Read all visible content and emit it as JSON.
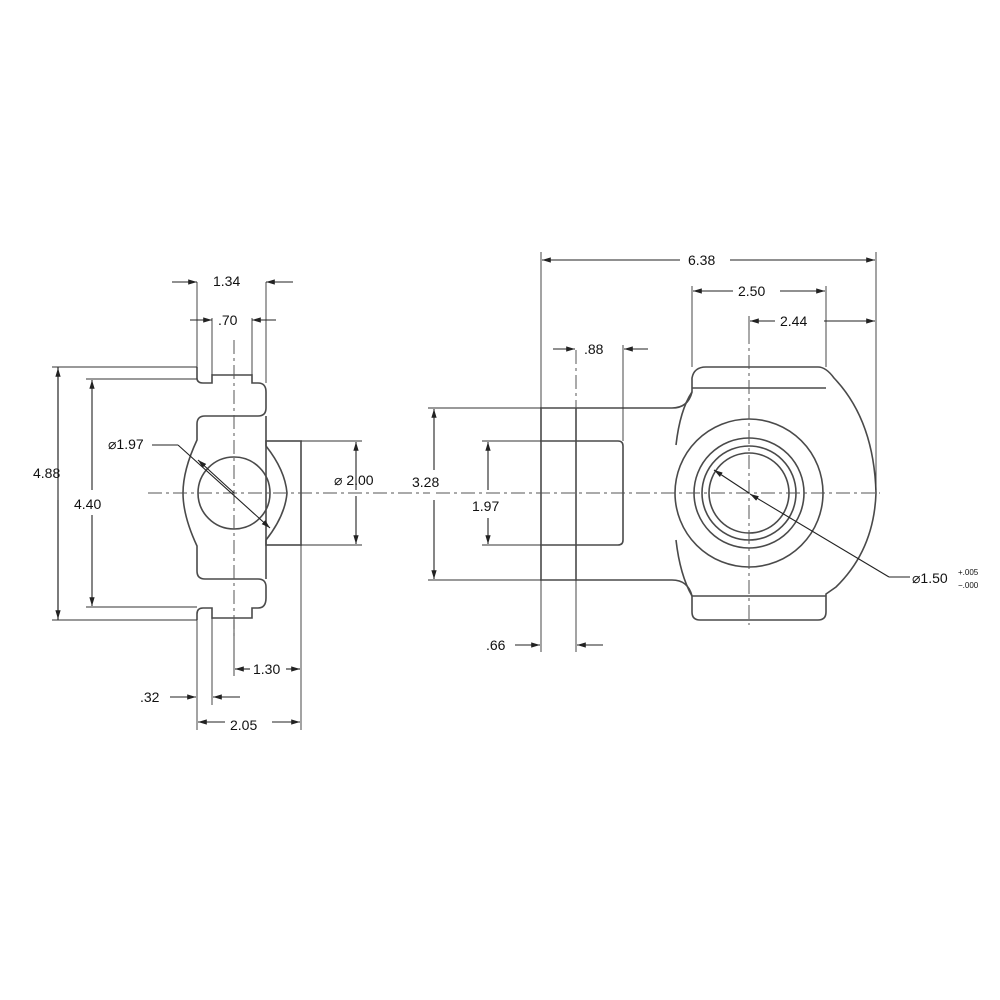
{
  "drawing": {
    "side_view": {
      "width_1": "1.34",
      "width_2": ".70",
      "diameter_label": "⌀1.97",
      "height_outer": "4.88",
      "height_inner": "4.40",
      "boss_diameter": "⌀ 2.00",
      "offset_1": "1.30",
      "offset_2": ".32",
      "overall_width": "2.05"
    },
    "front_view": {
      "overall_length": "6.38",
      "head_width": "2.50",
      "center_to_end": "2.44",
      "slot_width": ".88",
      "height": "3.28",
      "slot_height": "1.97",
      "flange_thickness": ".66",
      "bore_diameter": "⌀1.50",
      "tol_plus": "+.005",
      "tol_minus": "−.000"
    }
  }
}
